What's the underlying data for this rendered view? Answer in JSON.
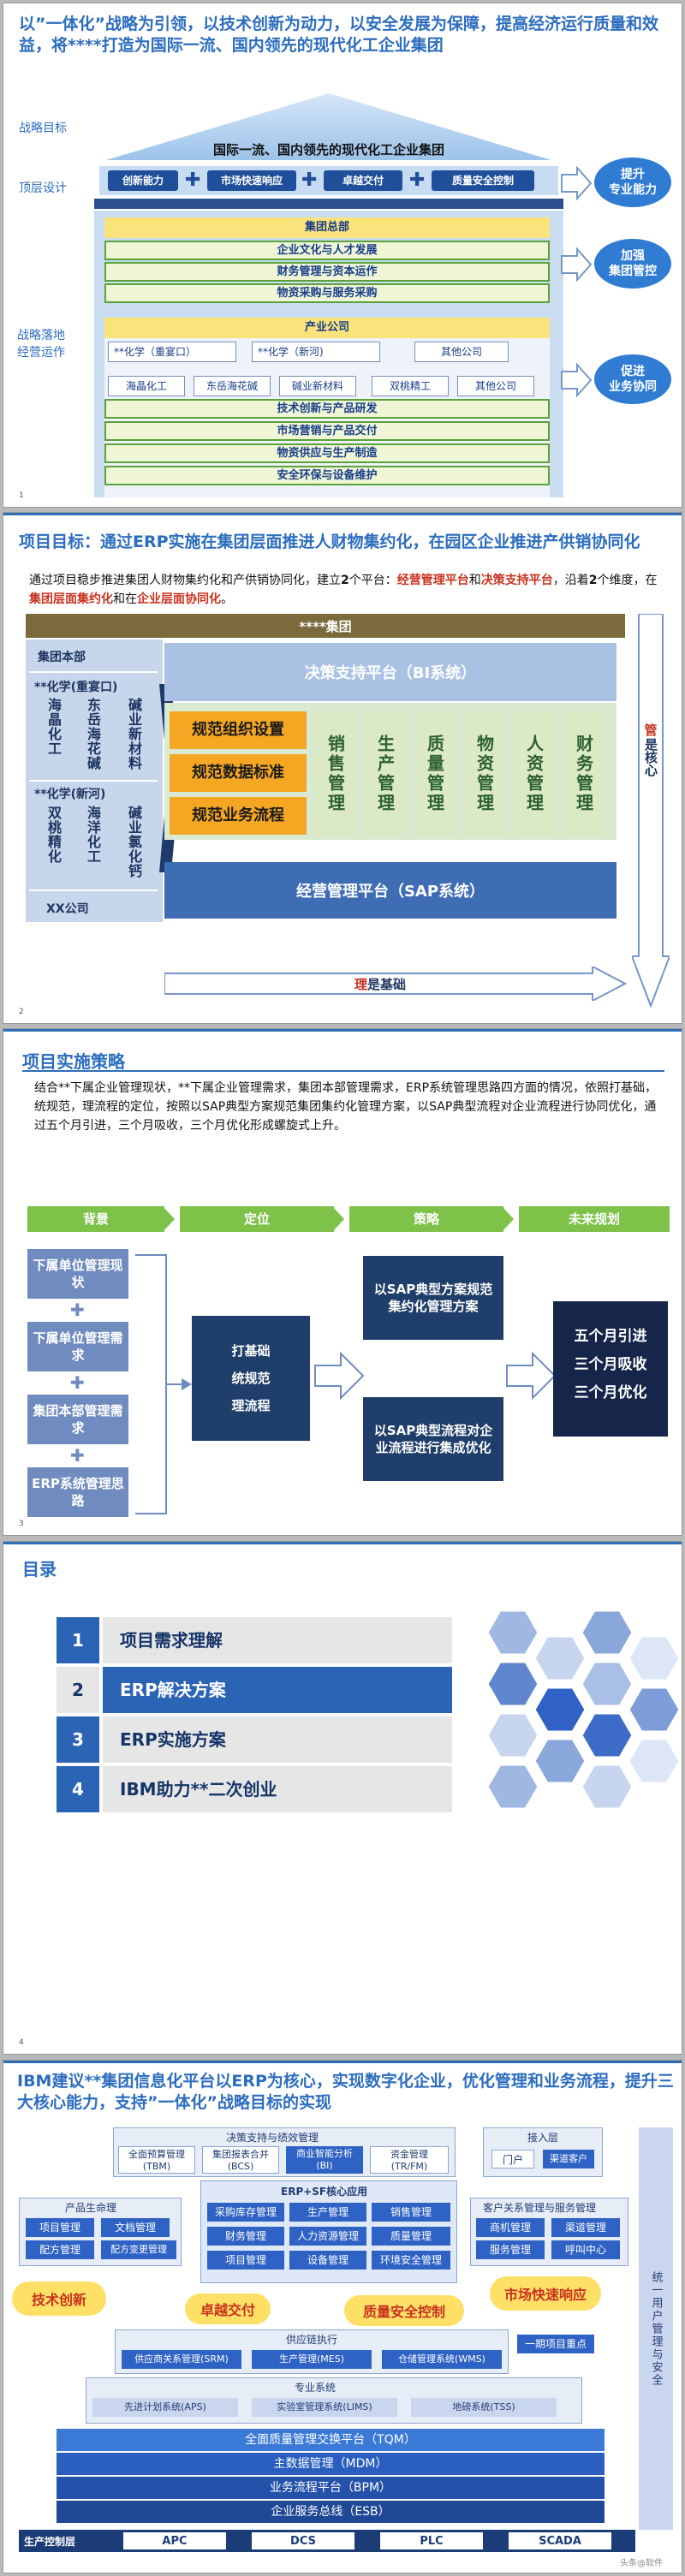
{
  "slide1": {
    "title": "以”一体化”战略为引领，以技术创新为动力，以安全发展为保障，提高经济运行质量和效益，将****打造为国际一流、国内领先的现代化工企业集团",
    "labels": {
      "strategic_goal": "战略目标",
      "top_design": "顶层设计",
      "execution": "战略落地\n经营运作"
    },
    "goal_text": "国际一流、国内领先的现代化工企业集团",
    "pillars": [
      "创新能力",
      "市场快速响应",
      "卓越交付",
      "质量安全控制"
    ],
    "group_hq": "集团总部",
    "hq_rows": [
      "企业文化与人才发展",
      "财务管理与资本运作",
      "物资采购与服务采购"
    ],
    "industry": "产业公司",
    "companies": [
      "**化学（重宴口）",
      "**化学（新河)",
      "其他公司"
    ],
    "units": [
      "海晶化工",
      "东岳海花碱",
      "碱业新材料",
      "双桃精工",
      "其他公司"
    ],
    "ops_rows": [
      "技术创新与产品研发",
      "市场营销与产品交付",
      "物资供应与生产制造",
      "安全环保与设备维护"
    ],
    "right_tags": [
      "提升\n专业能力",
      "加强\n集团管控",
      "促进\n业务协同"
    ],
    "page": "1"
  },
  "slide2": {
    "title": "项目目标：通过ERP实施在集团层面推进人财物集约化，在园区企业推进产供销协同化",
    "intro_a": "通过项目稳步推进集团人财物集约化和产供销协同化，建立",
    "intro_b": "2",
    "intro_c": "个平台：",
    "intro_d": "经营管理平台",
    "intro_e": "和",
    "intro_f": "决策支持平台",
    "intro_g": "，沿着",
    "intro_h": "2",
    "intro_i": "个维度，在",
    "intro_j": "集团层面集约化",
    "intro_k": "和在",
    "intro_l": "企业层面协同化",
    "intro_m": "。",
    "group_label": "****集团",
    "hq_label": "集团本部",
    "co1": "**化学(重宴口)",
    "co1_cols": [
      "海晶化工",
      "东岳海花碱",
      "碱业新材料"
    ],
    "co2": "**化学(新河)",
    "co2_cols": [
      "双桃精化",
      "海洋化工",
      "碱业氯化钙"
    ],
    "xx": "XX公司",
    "bi": "决策支持平台（BI系统）",
    "orange": [
      "规范组织设置",
      "规范数据标准",
      "规范业务流程"
    ],
    "modules": [
      "销售管理",
      "生产管理",
      "质量管理",
      "物资管理",
      "人资管理",
      "财务管理"
    ],
    "sap": "经营管理平台（SAP系统）",
    "bottom_a": "理",
    "bottom_b": "是基础",
    "right_a": "管",
    "right_b": "是核心",
    "page": "2"
  },
  "slide3": {
    "title": "项目实施策略",
    "intro": "结合**下属企业管理现状，**下属企业管理需求，集团本部管理需求，ERP系统管理思路四方面的情况，依照打基础，统规范，理流程的定位，按照以SAP典型方案规范集团集约化管理方案，以SAP典型流程对企业流程进行协同优化，通过五个月引进，三个月吸收，三个月优化形成螺旋式上升。",
    "headers": [
      "背景",
      "定位",
      "策略",
      "未来规划"
    ],
    "background": [
      "下属单位管理现状",
      "下属单位管理需求",
      "集团本部管理需求",
      "ERP系统管理思路"
    ],
    "position": [
      "打基础",
      "统规范",
      "理流程"
    ],
    "strategy": [
      "以SAP典型方案规范集约化管理方案",
      "以SAP典型流程对企业流程进行集成优化"
    ],
    "future": [
      "五个月引进",
      "三个月吸收",
      "三个月优化"
    ],
    "page": "3"
  },
  "slide4": {
    "title": "目录",
    "items": [
      {
        "num": "1",
        "label": "项目需求理解"
      },
      {
        "num": "2",
        "label": "ERP解决方案"
      },
      {
        "num": "3",
        "label": "ERP实施方案"
      },
      {
        "num": "4",
        "label": "IBM助力**二次创业"
      }
    ],
    "page": "4"
  },
  "slide5": {
    "title": "IBM建议**集团信息化平台以ERP为核心，实现数字化企业，优化管理和业务流程，提升三大核心能力，支持”一体化”战略目标的实现",
    "decision": "决策支持与绩效管理",
    "decision_items": [
      "全面预算管理\n(TBM)",
      "集团报表合并\n(BCS)",
      "商业智能分析\n(BI)",
      "资金管理\n(TR/FM)"
    ],
    "access": "接入层",
    "access_items": [
      "门户",
      "渠道客户"
    ],
    "plm": "产品生命理",
    "plm_items": [
      "项目管理",
      "文档管理",
      "配方管理",
      "配方变更管理"
    ],
    "erp": "ERP+SF核心应用",
    "erp_items": [
      "采购库存管理",
      "生产管理",
      "销售管理",
      "财务管理",
      "人力资源管理",
      "质量管理",
      "项目管理",
      "设备管理",
      "环境安全管理"
    ],
    "crm": "客户关系管理与服务管理",
    "crm_items": [
      "商机管理",
      "渠道管理",
      "服务管理",
      "呼叫中心"
    ],
    "clouds": [
      "技术创新",
      "卓越交付",
      "质量安全控制",
      "市场快速响应"
    ],
    "supply": "供应链执行",
    "supply_items": [
      "供应商关系管理(SRM)",
      "生产管理(MES)",
      "仓储管理系统(WMS)"
    ],
    "phase1": "一期项目重点",
    "pro": "专业系统",
    "pro_items": [
      "先进计划系统(APS)",
      "实验室管理系统(LIMS)",
      "地磅系统(TSS)"
    ],
    "bands": [
      "全面质量管理交换平台（TQM）",
      "主数据管理（MDM）",
      "业务流程平台（BPM）",
      "企业服务总线（ESB）"
    ],
    "control": "生产控制层",
    "control_items": [
      "APC",
      "DCS",
      "PLC",
      "SCADA"
    ],
    "right_label": "统一用户管理与安全",
    "watermark": "头条@软件"
  }
}
